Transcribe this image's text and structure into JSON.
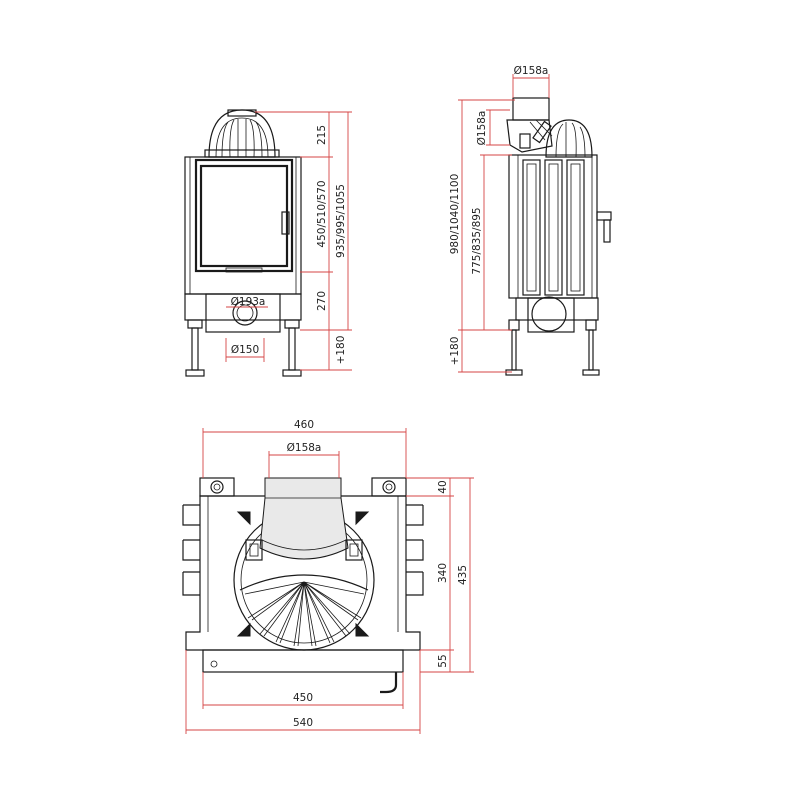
{
  "colors": {
    "dimension_line": "#d64545",
    "outline": "#1a1a1a",
    "background": "#ffffff"
  },
  "front_view": {
    "flue_diameter": "Ø193a",
    "inlet_diameter": "Ø150",
    "top_height": "215",
    "door_height": "450/510/570",
    "base_height": "270",
    "total_height": "935/995/1055",
    "leg_extension": "+180"
  },
  "side_view": {
    "top_outlet_diameter": "Ø158a",
    "rear_outlet_diameter": "Ø158a",
    "total_height": "980/1040/1100",
    "body_height": "775/835/895",
    "leg_extension": "+180"
  },
  "plan_view": {
    "outer_width": "460",
    "outlet_diameter": "Ø158a",
    "top_depth": "40",
    "middle_depth": "340",
    "total_depth": "435",
    "front_depth": "55",
    "inner_width": "450",
    "overall_width": "540"
  }
}
